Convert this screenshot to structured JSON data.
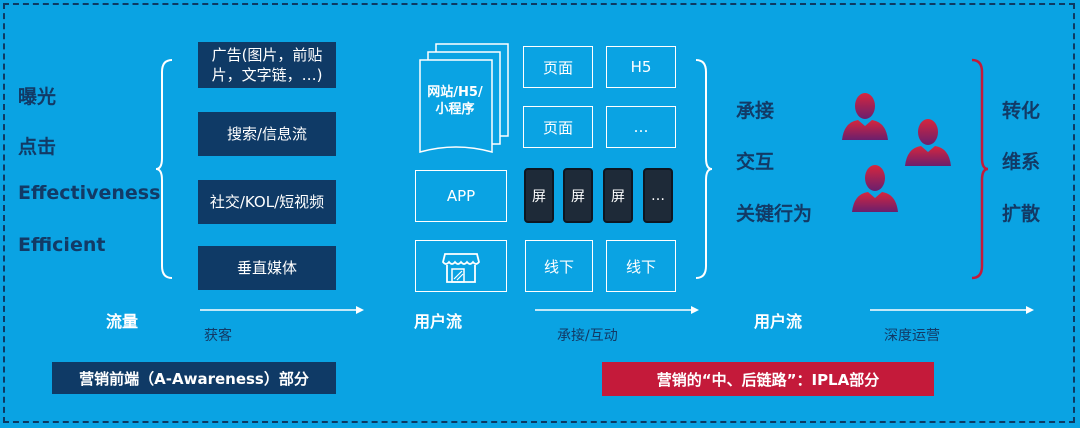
{
  "left_terms": [
    "曝光",
    "点击",
    "Effectiveness",
    "Efficient"
  ],
  "acquisition_boxes": [
    "广告(图片，前贴片，文字链，…)",
    "搜索/信息流",
    "社交/KOL/短视频",
    "垂直媒体"
  ],
  "touchpoints": {
    "site_stack": "网站/H5/小程序",
    "page1": "页面",
    "h5": "H5",
    "page2": "页面",
    "more1": "…",
    "app": "APP",
    "screens": [
      "屏",
      "屏",
      "屏",
      "…"
    ],
    "offline1": "线下",
    "offline2": "线下"
  },
  "mid_terms": [
    "承接",
    "交互",
    "关键行为"
  ],
  "right_terms": [
    "转化",
    "维系",
    "扩散"
  ],
  "flow": {
    "traffic": "流量",
    "acquire": "获客",
    "user_flow_1": "用户流",
    "undertake": "承接/互动",
    "user_flow_2": "用户流",
    "deep_ops": "深度运营"
  },
  "banners": {
    "front": "营销前端（A-Awareness）部分",
    "back": "营销的“中、后链路”：IPLA部分"
  },
  "colors": {
    "background": "#0aa3e3",
    "navy": "#0f3a66",
    "red": "#c41a3a"
  }
}
